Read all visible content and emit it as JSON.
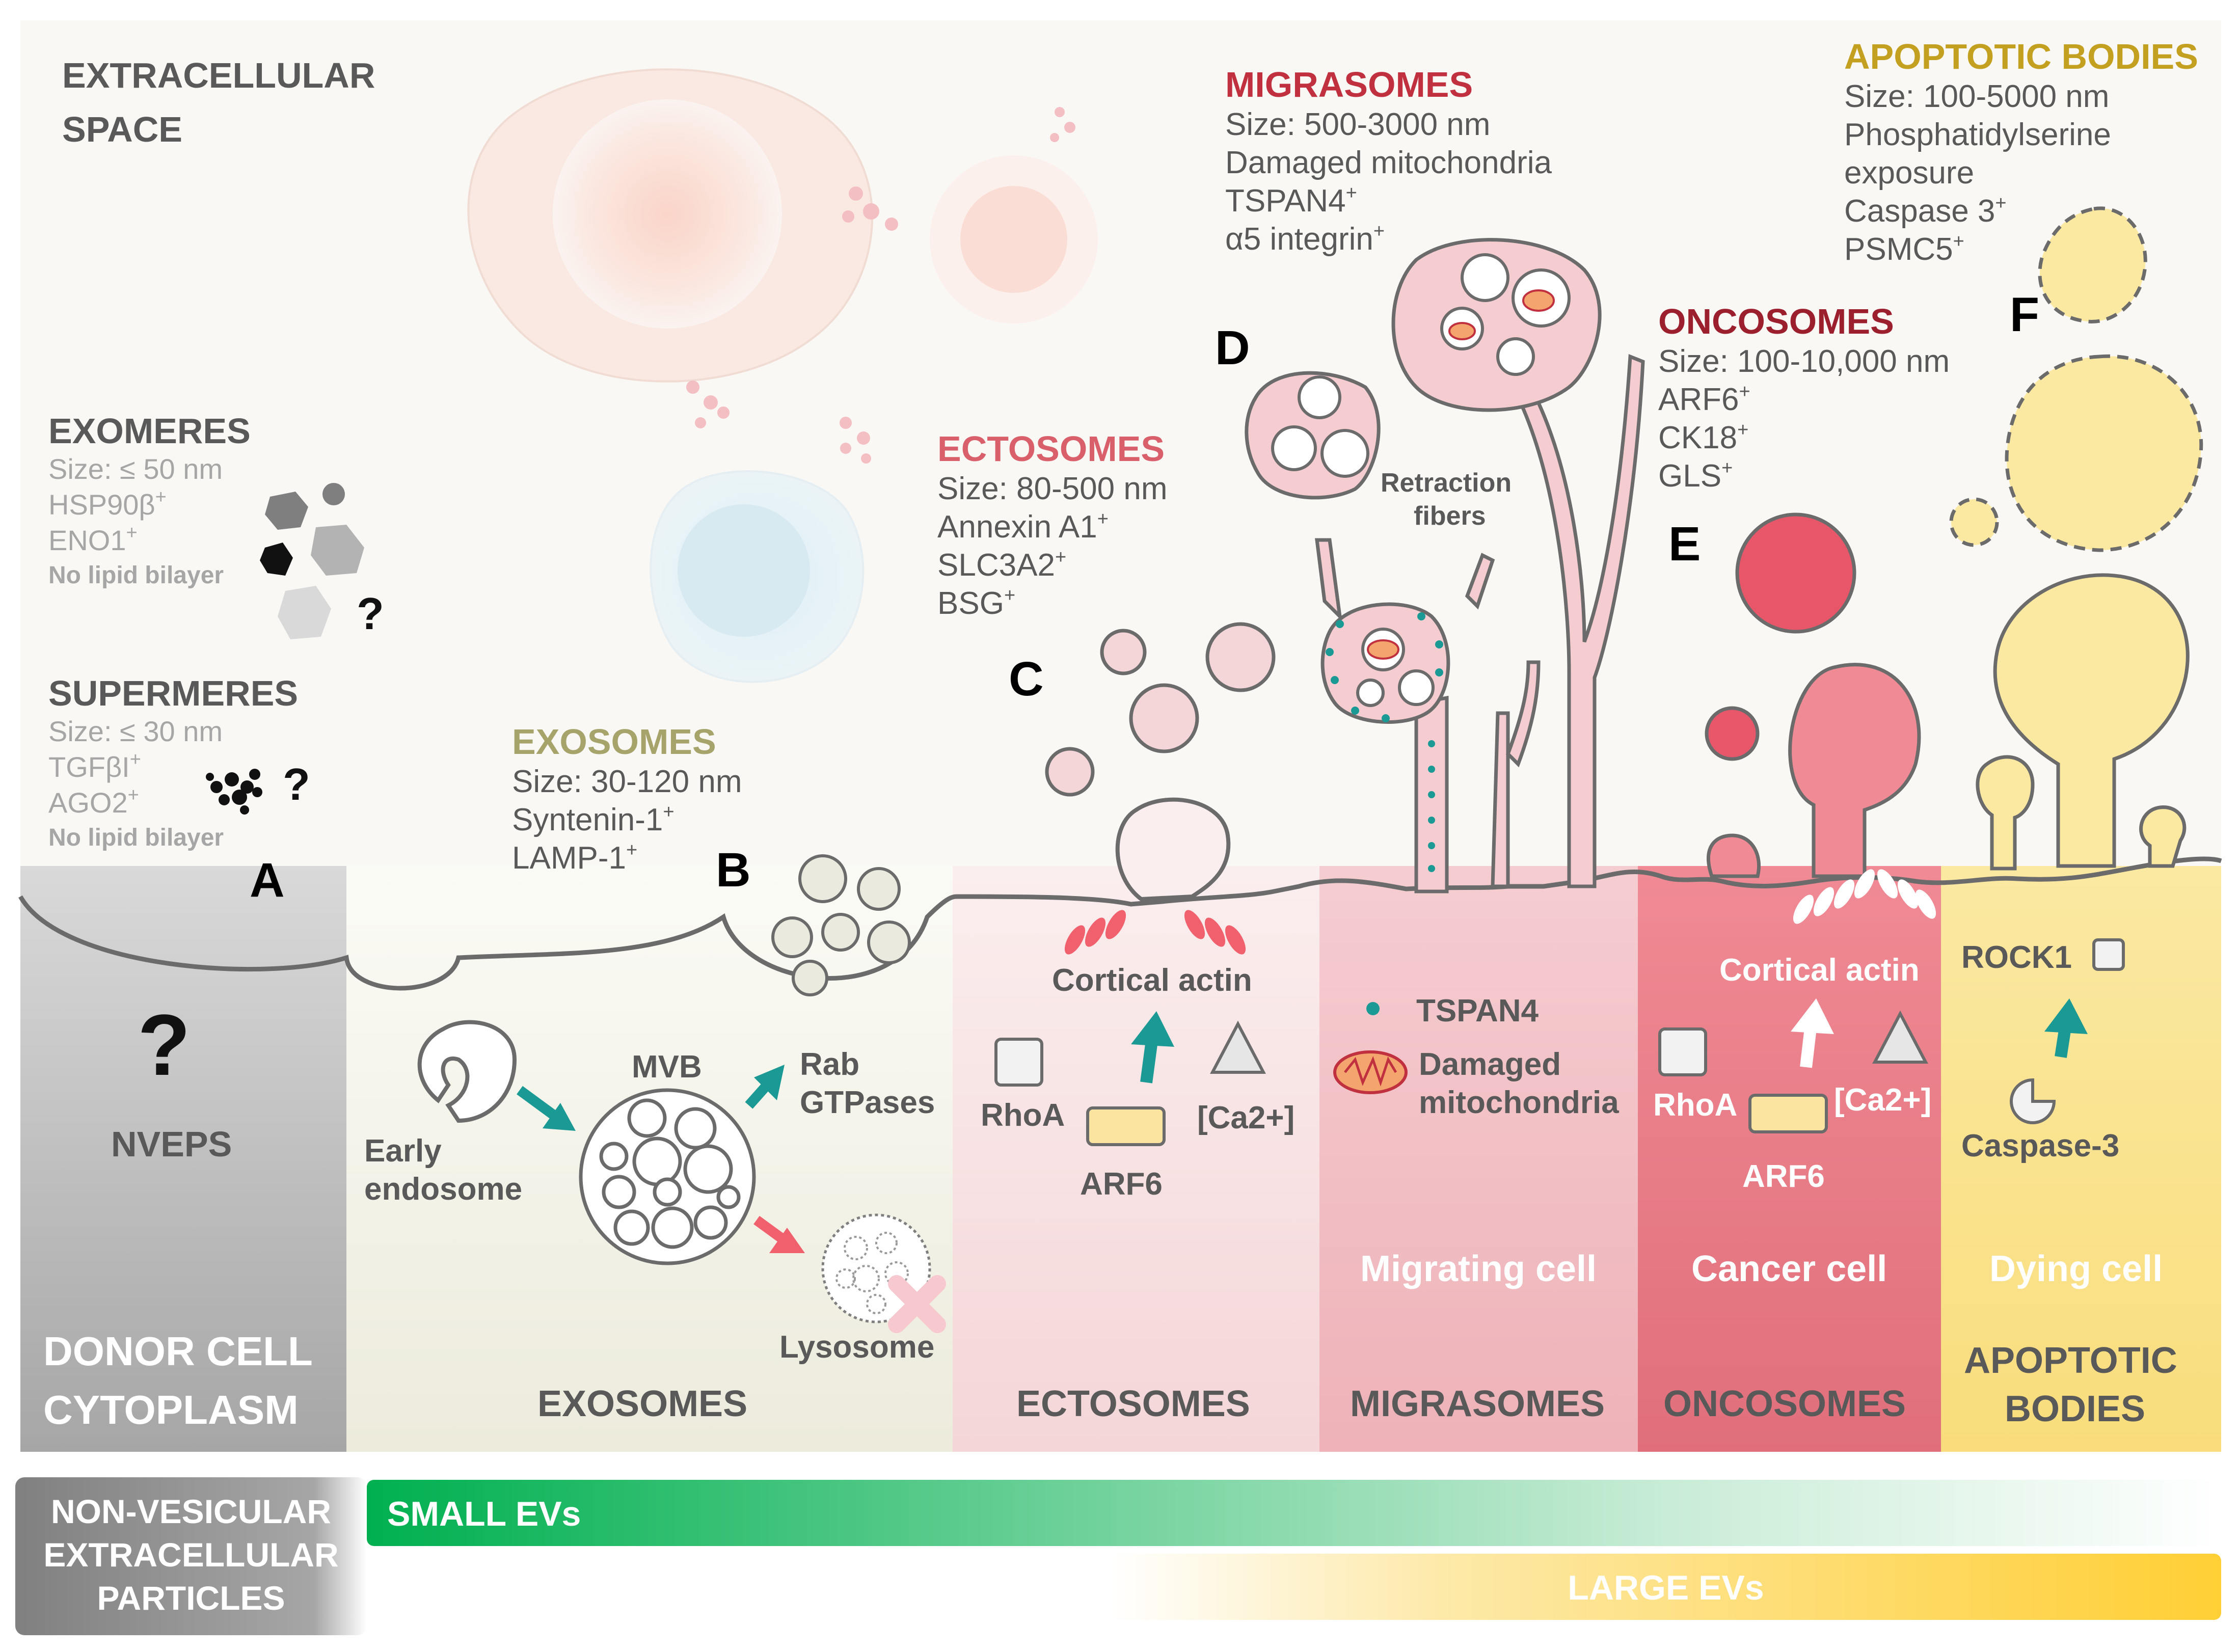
{
  "extracellular": {
    "title_line1": "EXTRACELLULAR",
    "title_line2": "SPACE"
  },
  "exomeres": {
    "title": "EXOMERES",
    "size": "Size: ≤ 50 nm",
    "marker1": "HSP90β",
    "marker2": "ENO1",
    "note": "No lipid bilayer",
    "question": "?"
  },
  "supermeres": {
    "title": "SUPERMERES",
    "size": "Size: ≤ 30 nm",
    "marker1": "TGFβI",
    "marker2": "AGO2",
    "note": "No lipid bilayer",
    "question": "?",
    "letter": "A"
  },
  "exosomes": {
    "title": "EXOSOMES",
    "size": "Size: 30-120 nm",
    "marker1": "Syntenin-1",
    "marker2": "LAMP-1",
    "letter": "B",
    "early_endosome_1": "Early",
    "early_endosome_2": "endosome",
    "mvb": "MVB",
    "rab_1": "Rab",
    "rab_2": "GTPases",
    "lysosome": "Lysosome",
    "section": "EXOSOMES"
  },
  "ectosomes": {
    "title": "ECTOSOMES",
    "size": "Size: 80-500 nm",
    "marker1": "Annexin A1",
    "marker2": "SLC3A2",
    "marker3": "BSG",
    "letter": "C",
    "cortical_actin": "Cortical actin",
    "rhoa": "RhoA",
    "arf6": "ARF6",
    "ca": "[Ca2+]",
    "section": "ECTOSOMES"
  },
  "migrasomes": {
    "title": "MIGRASOMES",
    "size": "Size: 500-3000 nm",
    "line2": "Damaged mitochondria",
    "marker1": "TSPAN4",
    "marker2": "α5 integrin",
    "letter": "D",
    "retraction_1": "Retraction",
    "retraction_2": "fibers",
    "legend_tspan4": "TSPAN4",
    "legend_mito_1": "Damaged",
    "legend_mito_2": "mitochondria",
    "cell": "Migrating cell",
    "section": "MIGRASOMES"
  },
  "oncosomes": {
    "title": "ONCOSOMES",
    "size": "Size: 100-10,000 nm",
    "marker1": "ARF6",
    "marker2": "CK18",
    "marker3": "GLS",
    "letter": "E",
    "cortical_actin": "Cortical actin",
    "rhoa": "RhoA",
    "arf6": "ARF6",
    "ca": "[Ca2+]",
    "cell": "Cancer cell",
    "section": "ONCOSOMES"
  },
  "apoptotic": {
    "title": "APOPTOTIC BODIES",
    "size": "Size: 100-5000 nm",
    "line2": "Phosphatidylserine",
    "line3": "exposure",
    "marker1": "Caspase 3",
    "marker2": "PSMC5",
    "letter": "F",
    "rock1": "ROCK1",
    "caspase": "Caspase-3",
    "cell": "Dying cell",
    "section_1": "APOPTOTIC",
    "section_2": "BODIES"
  },
  "nveps": {
    "question": "?",
    "label": "NVEPS"
  },
  "donor": {
    "line1": "DONOR CELL",
    "line2": "CYTOPLASM"
  },
  "sup_plus": "+",
  "bottom": {
    "nvep_1": "NON-VESICULAR",
    "nvep_2": "EXTRACELLULAR",
    "nvep_3": "PARTICLES",
    "small": "SMALL EVs",
    "large": "LARGE EVs"
  },
  "colors": {
    "exosome_title": "#a6a36b",
    "ectosome_title": "#d9606b",
    "migrasome_title": "#c0303f",
    "oncosome_title": "#9c1f2e",
    "apoptotic_title": "#c4a020",
    "teal": "#1b9a95",
    "small_ev": "#00b050",
    "large_ev": "#ffc000"
  }
}
